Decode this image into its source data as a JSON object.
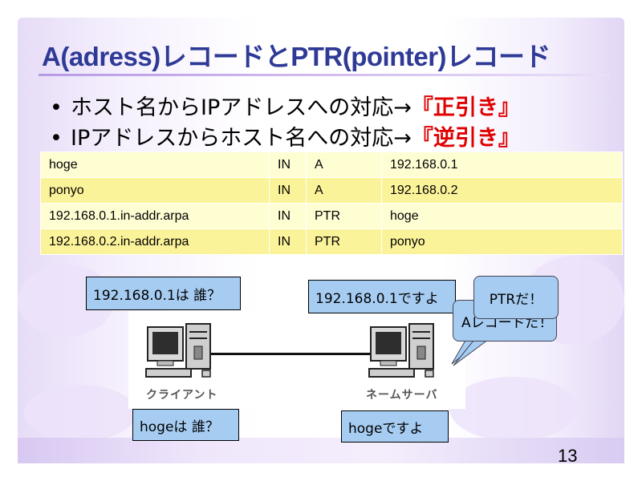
{
  "slide": {
    "title": "A(adress)レコードとPTR(pointer)レコード",
    "page_number": "13"
  },
  "bullets": [
    {
      "marker": "•",
      "text": "ホスト名からIPアドレスへの対応→",
      "highlight": "『正引き』"
    },
    {
      "marker": "•",
      "text": "IPアドレスからホスト名への対応→",
      "highlight": "『逆引き』"
    }
  ],
  "records": [
    {
      "name": "hoge",
      "class": "IN",
      "type": "A",
      "value": "192.168.0.1"
    },
    {
      "name": "ponyo",
      "class": "IN",
      "type": "A",
      "value": "192.168.0.2"
    },
    {
      "name": "192.168.0.1.in-addr.arpa",
      "class": "IN",
      "type": "PTR",
      "value": "hoge"
    },
    {
      "name": "192.168.0.2.in-addr.arpa",
      "class": "IN",
      "type": "PTR",
      "value": "ponyo"
    }
  ],
  "diagram": {
    "client_label": "クライアント",
    "server_label": "ネームサーバ",
    "client_question_top": "192.168.0.1は 誰？",
    "server_answer_top": "192.168.0.1ですよ",
    "bubble_back": "Aレコードだ！",
    "bubble_front": "PTRだ！",
    "client_question_bottom": "hogeは 誰？",
    "server_answer_bottom": "hogeですよ"
  },
  "colors": {
    "title": "#2e3a96",
    "highlight": "#e00000",
    "table_light": "#fffdd2",
    "table_dark": "#fbf39a",
    "callout": "#a6ccf2"
  }
}
